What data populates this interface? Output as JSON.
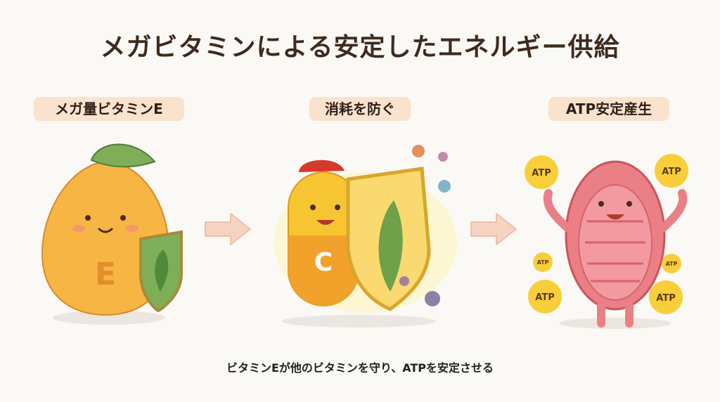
{
  "title": "メガビタミンによる安定したエネルギー供給",
  "steps": [
    {
      "label": "メガ量ビタミンE",
      "character_letter": "E"
    },
    {
      "label": "消耗を防ぐ",
      "character_letter": "C"
    },
    {
      "label": "ATP安定産生",
      "badge": "ATP"
    }
  ],
  "caption": "ビタミンEが他のビタミンを守り、ATPを安定させる",
  "colors": {
    "background": "#fbf9f6",
    "pill": "#fbe2cd",
    "title": "#3e2a1e",
    "arrow": "#f6d3c1"
  }
}
